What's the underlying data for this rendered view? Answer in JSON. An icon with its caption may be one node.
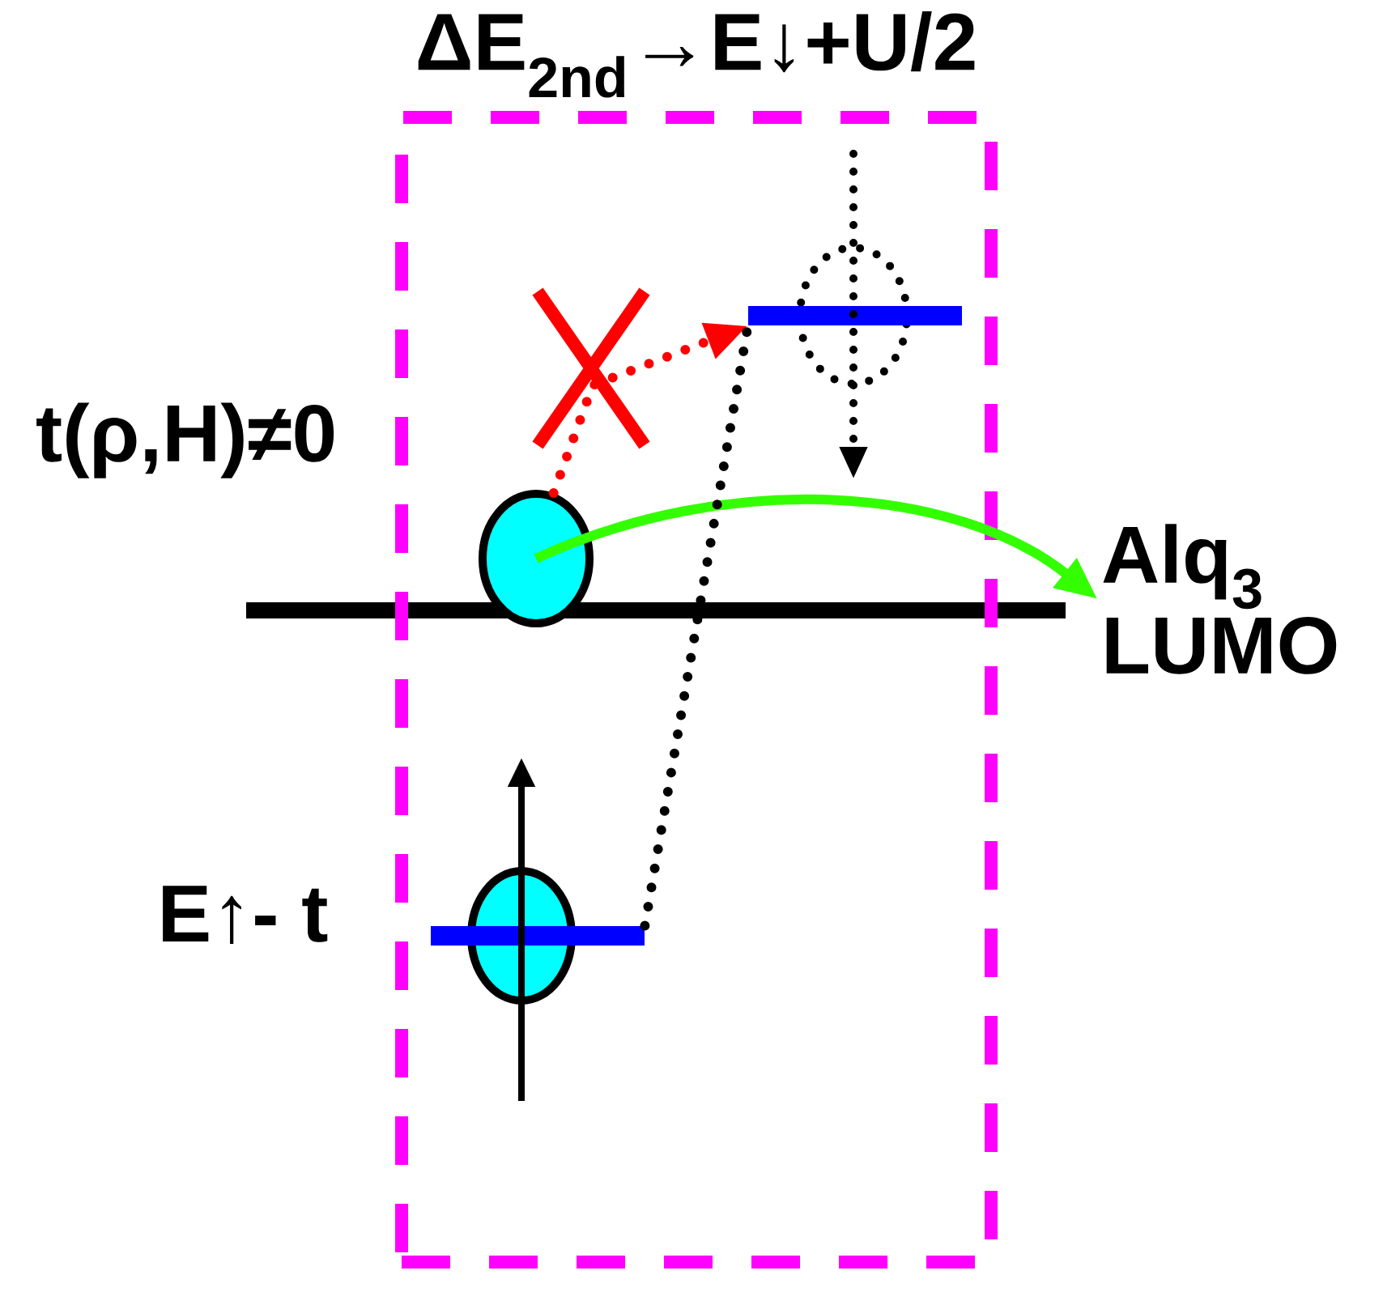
{
  "diagram": {
    "nodes": [
      {
        "text": [
          "ΔE$_{2nd}$→E↓+U/2"
        ]
      },
      {
        "text": [],
        "shape": "circle",
        "in": 0
      },
      {
        "text": [],
        "shape": "bar",
        "in": 0
      },
      {
        "text": [],
        "shape": "circle",
        "in": 0
      },
      {
        "text": [
          "Alq$_{3}$ LUMO"
        ]
      },
      {
        "text": [],
        "shape": "circle",
        "in": 0
      },
      {
        "text": [],
        "shape": "bar",
        "in": 0
      }
    ],
    "edges": [
      {
        "from": 3,
        "to": 4,
        "arrow": "to",
        "color": "#33ff00"
      },
      {
        "from": 3,
        "to": 2,
        "arrow": "to",
        "style": "dashed",
        "color": "#ff0000"
      },
      {
        "from": 6,
        "to": 2,
        "arrow": "none",
        "style": "dashed",
        "color": "#000000"
      }
    ],
    "labels": [
      "t(ρ,H)≠0",
      "E↑- t"
    ]
  }
}
